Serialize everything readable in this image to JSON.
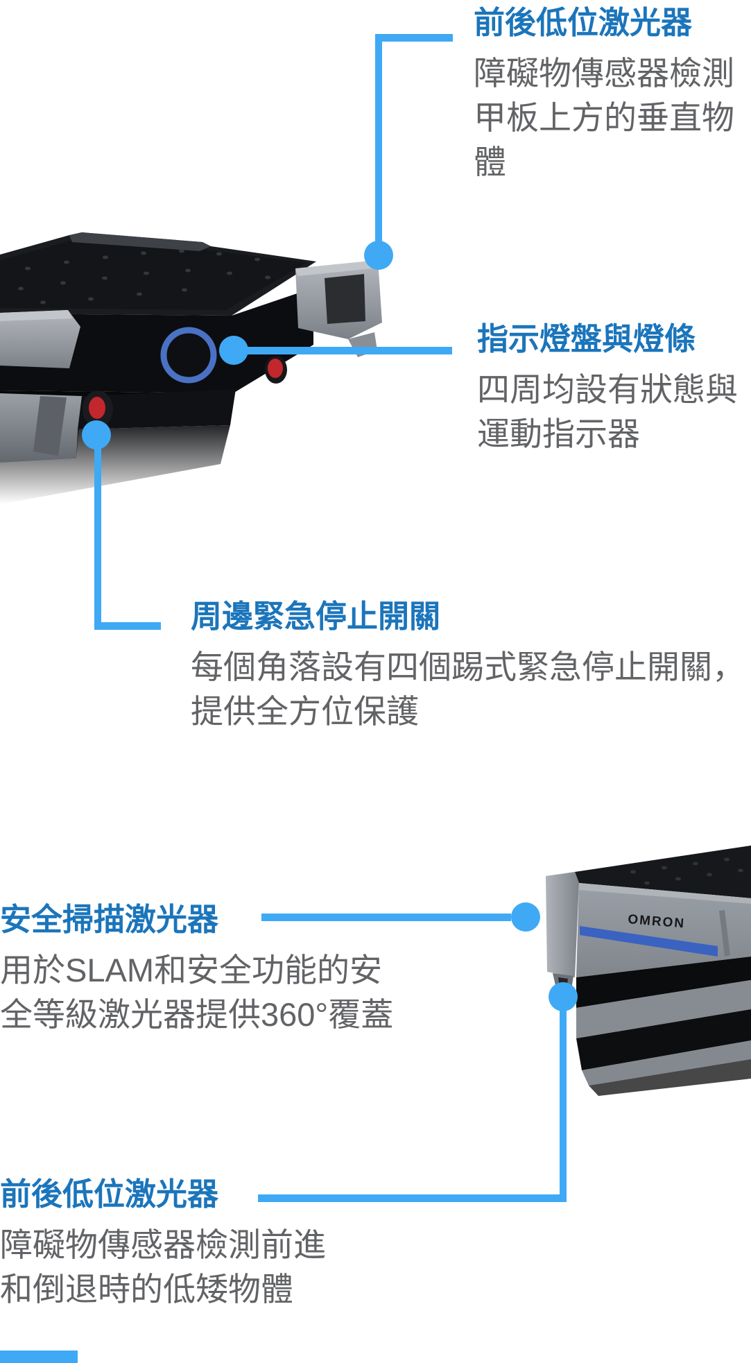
{
  "colors": {
    "heading_blue": "#1b75bb",
    "callout_blue": "#3fa9f5",
    "body_gray": "#626366",
    "ring_blue": "#4a72c4",
    "stripe_blue": "#3a62c0",
    "estop_red": "#c1272d"
  },
  "annotations": [
    {
      "id": "front-rear-low-lasers-top",
      "title": "前後低位激光器",
      "lines": [
        "障礙物傳感器檢測",
        "甲板上方的垂直物",
        "體"
      ]
    },
    {
      "id": "light-discs-and-strips",
      "title": "指示燈盤與燈條",
      "lines": [
        "四周均設有狀態與",
        "運動指示器"
      ]
    },
    {
      "id": "perimeter-emergency-stop",
      "title": "周邊緊急停止開關",
      "lines": [
        "每個角落設有四個踢式緊急停止開關，",
        "提供全方位保護"
      ]
    },
    {
      "id": "safety-scanning-laser",
      "title": "安全掃描激光器",
      "lines": [
        "用於SLAM和安全功能的安",
        "全等級激光器提供360°覆蓋"
      ]
    },
    {
      "id": "front-rear-low-lasers-bottom",
      "title": "前後低位激光器",
      "lines": [
        "障礙物傳感器檢測前進",
        "和倒退時的低矮物體"
      ]
    }
  ],
  "robot_logo_text": "OMRON"
}
